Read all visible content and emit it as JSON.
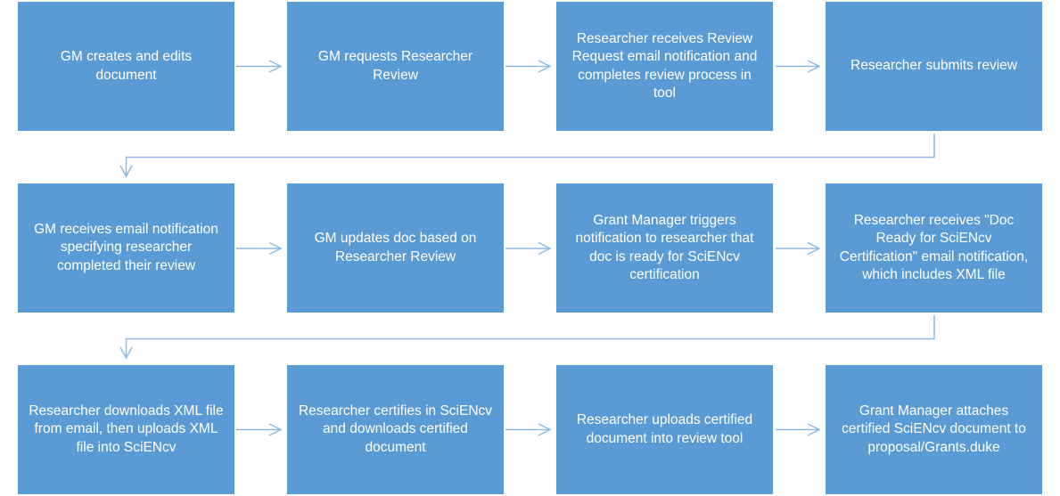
{
  "diagram": {
    "type": "flowchart",
    "colors": {
      "box_fill": "#5b9bd5",
      "box_text": "#ffffff",
      "connector": "#8fb9e3"
    },
    "rows": [
      {
        "steps": [
          {
            "label": "GM creates and edits document"
          },
          {
            "label": "GM requests Researcher Review"
          },
          {
            "label": "Researcher receives Review Request email notification and completes review process in tool"
          },
          {
            "label": "Researcher submits review"
          }
        ]
      },
      {
        "steps": [
          {
            "label": "GM receives email notification specifying researcher completed their review"
          },
          {
            "label": "GM updates doc based on Researcher Review"
          },
          {
            "label": "Grant Manager triggers notification to researcher that doc is ready for SciENcv certification"
          },
          {
            "label": "Researcher receives \"Doc Ready for SciENcv Certification\" email notification, which includes XML file"
          }
        ]
      },
      {
        "steps": [
          {
            "label": "Researcher downloads XML file from email, then uploads XML file into SciENcv"
          },
          {
            "label": "Researcher certifies in SciENcv and downloads certified document"
          },
          {
            "label": "Researcher uploads certified document into review tool"
          },
          {
            "label": "Grant Manager attaches certified SciENcv document to proposal/Grants.duke"
          }
        ]
      }
    ],
    "connections": [
      {
        "from": "1.1",
        "to": "1.2",
        "kind": "straight-arrow"
      },
      {
        "from": "1.2",
        "to": "1.3",
        "kind": "straight-arrow"
      },
      {
        "from": "1.3",
        "to": "1.4",
        "kind": "straight-arrow"
      },
      {
        "from": "1.4",
        "to": "2.1",
        "kind": "elbow-arrow"
      },
      {
        "from": "2.1",
        "to": "2.2",
        "kind": "straight-arrow"
      },
      {
        "from": "2.2",
        "to": "2.3",
        "kind": "straight-arrow"
      },
      {
        "from": "2.3",
        "to": "2.4",
        "kind": "straight-arrow"
      },
      {
        "from": "2.4",
        "to": "3.1",
        "kind": "elbow-arrow"
      },
      {
        "from": "3.1",
        "to": "3.2",
        "kind": "straight-arrow"
      },
      {
        "from": "3.2",
        "to": "3.3",
        "kind": "straight-arrow"
      },
      {
        "from": "3.3",
        "to": "3.4",
        "kind": "straight-arrow"
      }
    ]
  }
}
